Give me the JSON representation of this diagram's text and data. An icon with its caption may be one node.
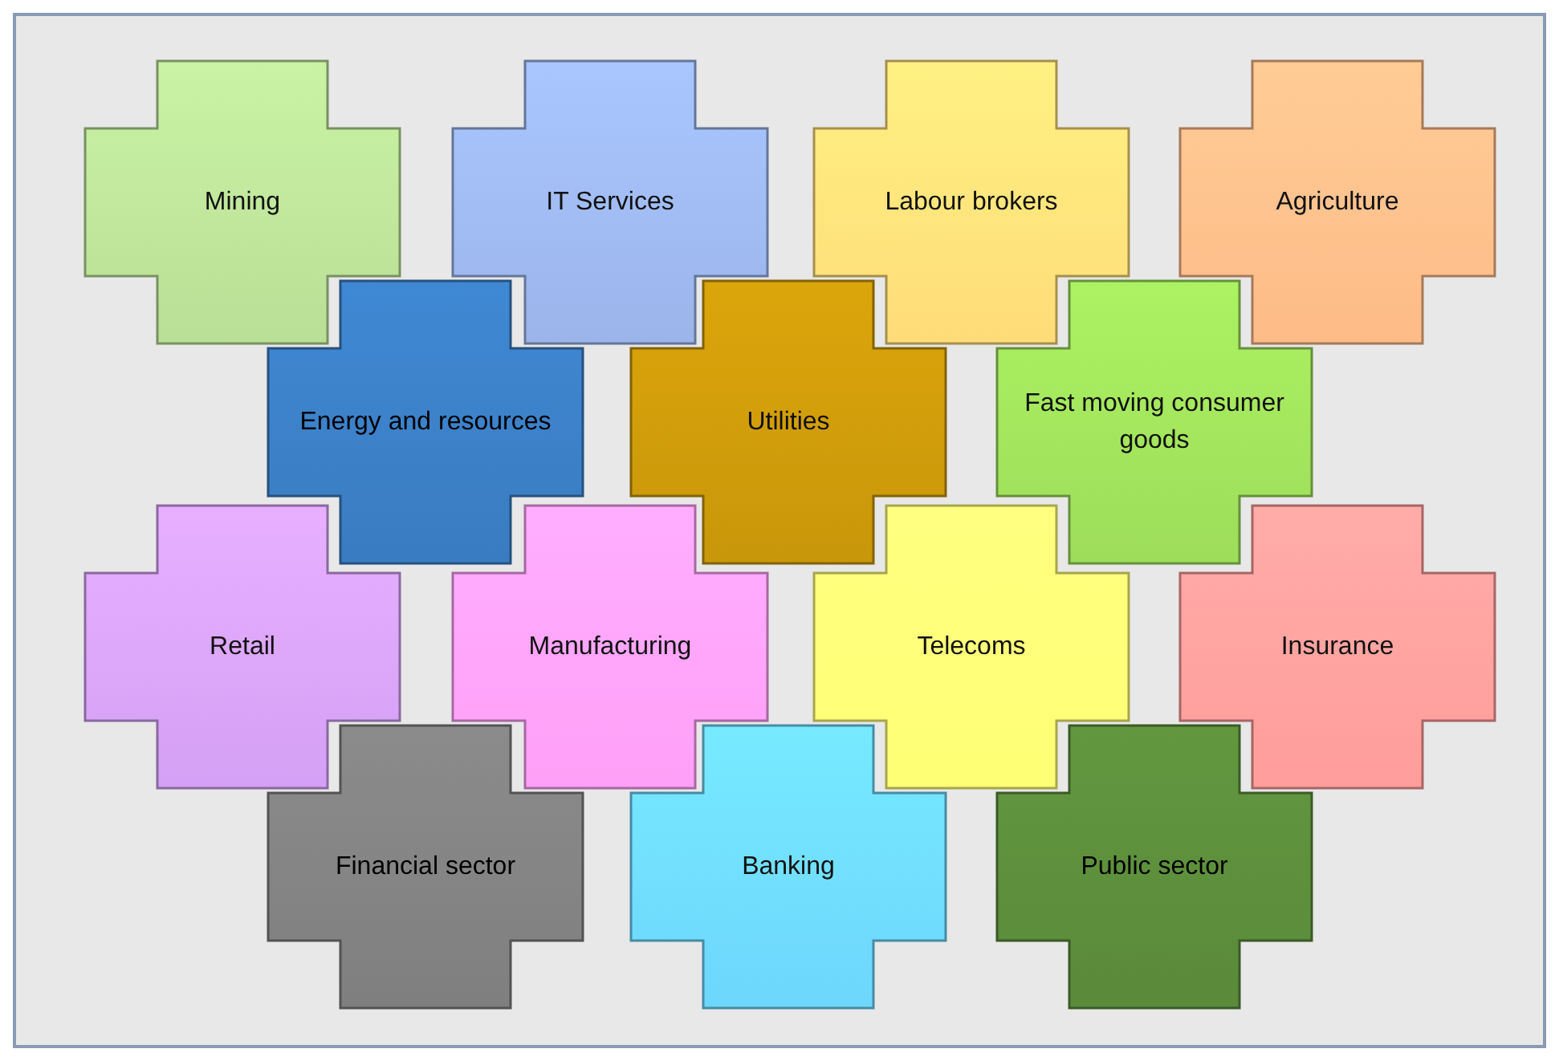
{
  "diagram": {
    "nodes": [
      {
        "text": [
          "Mining"
        ]
      },
      {
        "text": [
          "IT Services"
        ]
      },
      {
        "text": [
          "Labour brokers"
        ]
      },
      {
        "text": [
          "Agriculture"
        ]
      },
      {
        "text": [
          "Energy and resources"
        ]
      },
      {
        "text": [
          "Utilities"
        ]
      },
      {
        "text": [
          "Fast moving consumer goods"
        ]
      },
      {
        "text": [
          "Retail"
        ]
      },
      {
        "text": [
          "Manufacturing"
        ]
      },
      {
        "text": [
          "Telecoms"
        ]
      },
      {
        "text": [
          "Insurance"
        ]
      },
      {
        "text": [
          "Financial sector"
        ]
      },
      {
        "text": [
          "Banking"
        ]
      },
      {
        "text": [
          "Public sector"
        ]
      }
    ]
  }
}
